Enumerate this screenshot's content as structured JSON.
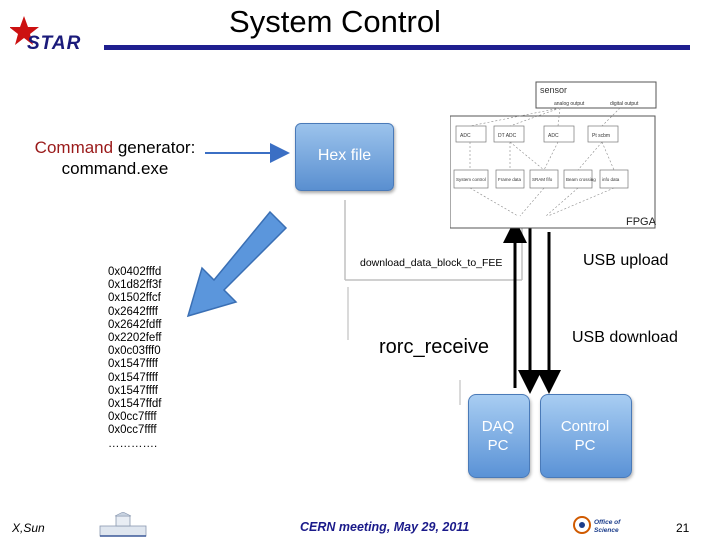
{
  "header": {
    "logo_text": "STAR",
    "title": "System Control"
  },
  "command_generator": {
    "line1_command": "Command",
    "line1_rest": " generator:",
    "line2": "command.exe"
  },
  "hex_file": {
    "label": "Hex file"
  },
  "hex_values": [
    "0x0402fffd",
    "0x1d82ff3f",
    "0x1502ffcf",
    "0x2642ffff",
    "0x2642fdff",
    "0x2202feff",
    "0x0c03fff0",
    "0x1547ffff",
    "0x1547ffff",
    "0x1547ffff",
    "0x1547ffdf",
    "0x0cc7ffff",
    "0x0cc7ffff",
    "…………."
  ],
  "sensor_diagram": {
    "sensor_label": "sensor",
    "analog_label": "analog output",
    "digital_label": "digital output",
    "fpga_label": "FPGA",
    "blocks_top": [
      "ADC",
      "DT ADC",
      "ADC",
      "Pt scbm"
    ],
    "blocks_bottom": [
      "System control",
      "Frame data",
      "SRAM fifo",
      "Beam crossing",
      "info data"
    ]
  },
  "labels": {
    "download_block": "download_data_block_to_FEE",
    "usb_upload": "USB upload",
    "rorc_receive": "rorc_receive",
    "usb_download": "USB download"
  },
  "pcs": {
    "daq_line1": "DAQ",
    "daq_line2": "PC",
    "control_line1": "Control",
    "control_line2": "PC"
  },
  "footer": {
    "author": "X,Sun",
    "meeting": "CERN meeting, May 29, 2011",
    "page_number": "21",
    "office_logo_line1": "Office of",
    "office_logo_line2": "Science"
  },
  "colors": {
    "title_bar": "#1f1f8f",
    "box_fill_top": "#9cc3ec",
    "box_fill_bottom": "#5a8fd0",
    "arrow_blue": "#3b6fc4",
    "star_red": "#cc1111"
  }
}
